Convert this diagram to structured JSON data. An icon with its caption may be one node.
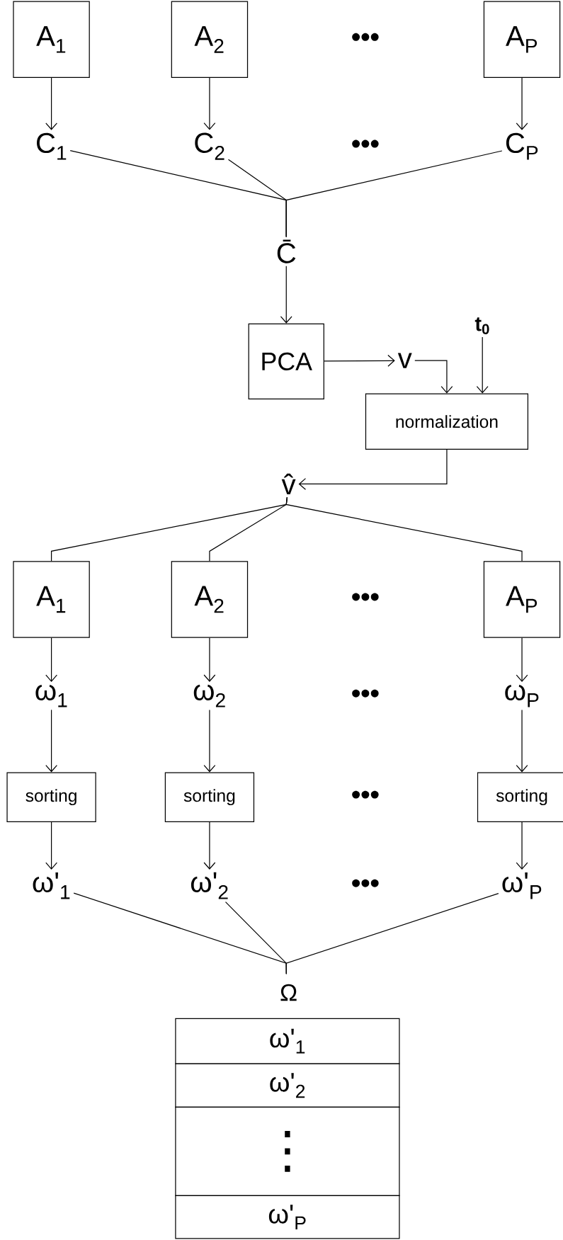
{
  "diagram": {
    "nodes": [
      {
        "text": [
          "A$_{1}$"
        ]
      },
      {
        "text": [
          "A$_{2}$"
        ]
      },
      {
        "text": [
          "A$_{P}$"
        ]
      },
      {
        "text": [
          "C$_{1}$"
        ]
      },
      {
        "text": [
          "C$_{2}$"
        ]
      },
      {
        "text": [
          "C$_{P}$"
        ]
      },
      {
        "text": [
          "C̄"
        ]
      },
      {
        "text": [
          "PCA"
        ]
      },
      {
        "text": [
          "v"
        ]
      },
      {
        "text": [
          "t$_{0}$"
        ]
      },
      {
        "text": [
          "normalization"
        ]
      },
      {
        "text": [
          "v̂"
        ]
      },
      {
        "text": [
          "A$_{1}$"
        ]
      },
      {
        "text": [
          "A$_{2}$"
        ]
      },
      {
        "text": [
          "A$_{P}$"
        ]
      },
      {
        "text": [
          "ω$_{1}$"
        ]
      },
      {
        "text": [
          "ω$_{2}$"
        ]
      },
      {
        "text": [
          "ω$_{P}$"
        ]
      },
      {
        "text": [
          "sorting"
        ]
      },
      {
        "text": [
          "sorting"
        ]
      },
      {
        "text": [
          "sorting"
        ]
      },
      {
        "text": [
          "ω'$_{1}$"
        ]
      },
      {
        "text": [
          "ω'$_{2}$"
        ]
      },
      {
        "text": [
          "ω'$_{P}$"
        ]
      },
      {
        "text": [
          "Ω",
          "ω'$_{1}$",
          "ω'$_{2}$",
          "⋮",
          "ω'$_{P}$"
        ]
      }
    ],
    "edges": [
      {
        "from": 0,
        "to": 3,
        "arrow": "to"
      },
      {
        "from": 1,
        "to": 4,
        "arrow": "to"
      },
      {
        "from": 2,
        "to": 5,
        "arrow": "to"
      },
      {
        "from": 3,
        "to": 6,
        "arrow": "none"
      },
      {
        "from": 4,
        "to": 6,
        "arrow": "none"
      },
      {
        "from": 5,
        "to": 6,
        "arrow": "none"
      },
      {
        "from": 6,
        "to": 7,
        "arrow": "to"
      },
      {
        "from": 7,
        "to": 8,
        "arrow": "to"
      },
      {
        "from": 8,
        "to": 10,
        "arrow": "to"
      },
      {
        "from": 9,
        "to": 10,
        "arrow": "to"
      },
      {
        "from": 10,
        "to": 11,
        "arrow": "to"
      },
      {
        "from": 11,
        "to": 12,
        "arrow": "none"
      },
      {
        "from": 11,
        "to": 13,
        "arrow": "none"
      },
      {
        "from": 11,
        "to": 14,
        "arrow": "none"
      },
      {
        "from": 12,
        "to": 15,
        "arrow": "to"
      },
      {
        "from": 13,
        "to": 16,
        "arrow": "to"
      },
      {
        "from": 14,
        "to": 17,
        "arrow": "to"
      },
      {
        "from": 15,
        "to": 18,
        "arrow": "to"
      },
      {
        "from": 16,
        "to": 19,
        "arrow": "to"
      },
      {
        "from": 17,
        "to": 20,
        "arrow": "to"
      },
      {
        "from": 18,
        "to": 21,
        "arrow": "to"
      },
      {
        "from": 19,
        "to": 22,
        "arrow": "to"
      },
      {
        "from": 20,
        "to": 23,
        "arrow": "to"
      },
      {
        "from": 21,
        "to": 24,
        "arrow": "none"
      },
      {
        "from": 22,
        "to": 24,
        "arrow": "none"
      },
      {
        "from": 23,
        "to": 24,
        "arrow": "none"
      }
    ],
    "labels": [
      "•••",
      "•••",
      "•••",
      "•••",
      "•••",
      "•••"
    ]
  }
}
